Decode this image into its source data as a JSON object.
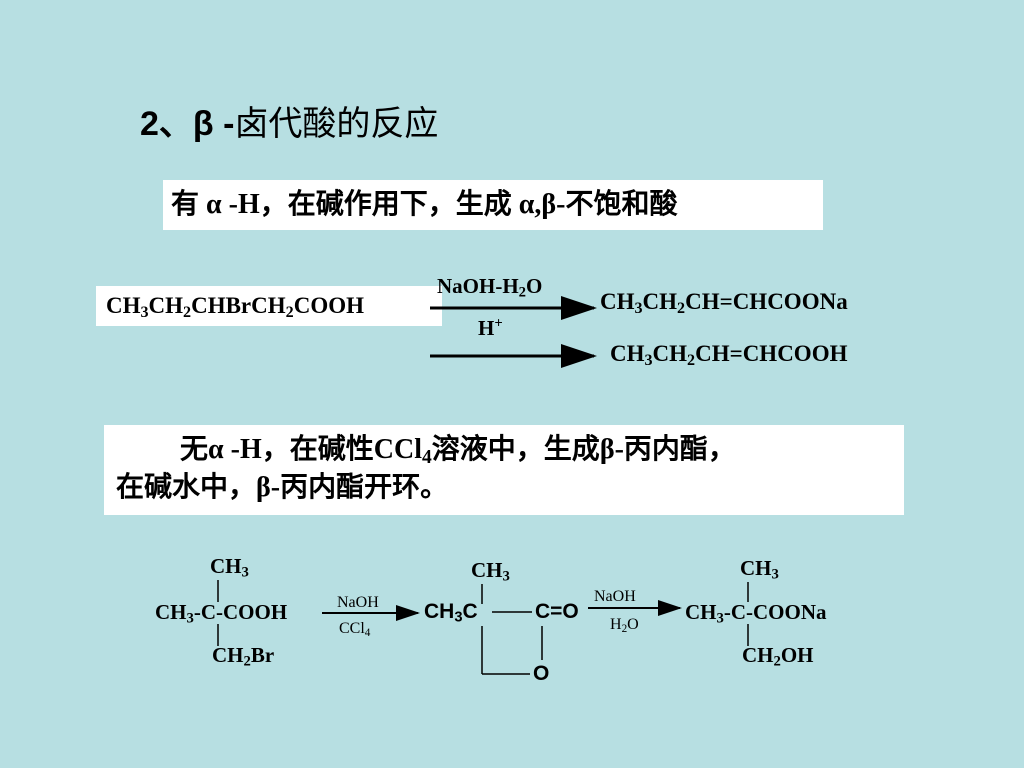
{
  "title": {
    "num": "2、β -",
    "text": "卤代酸的反应"
  },
  "note1": {
    "p1": "有 ",
    "alpha": "α",
    "p2": " -H，在碱作用下，生成 ",
    "ab": "α,β",
    "p3": "-不饱和酸"
  },
  "reaction1": {
    "reactant": {
      "a": "CH",
      "s1": "3",
      "b": "CH",
      "s2": "2",
      "c": "CHBrCH",
      "s3": "2",
      "d": "COOH"
    },
    "reagent_top": {
      "a": "NaOH-H",
      "s": "2",
      "b": "O"
    },
    "reagent_bottom": {
      "a": "H",
      "sup": "+"
    },
    "product1": {
      "a": "CH",
      "s1": "3",
      "b": "CH",
      "s2": "2",
      "c": "CH=CHCOONa"
    },
    "product2": {
      "a": "CH",
      "s1": "3",
      "b": "CH",
      "s2": "2",
      "c": "CH=CHCOOH"
    }
  },
  "note2": {
    "p1": "无",
    "alpha": "α",
    "p2": " -H，在碱性",
    "ccl": "CCl",
    "s": "4",
    "p3": "溶液中，生成",
    "beta": "β",
    "p4": "-丙内酯，",
    "line2a": "在碱水中，",
    "beta2": "β",
    "line2b": "-丙内酯开环。"
  },
  "reaction2": {
    "r_top": {
      "a": "CH",
      "s": "3"
    },
    "r_mid": {
      "a": "CH",
      "s": "3",
      "b": "-C-COOH"
    },
    "r_bot": {
      "a": "CH",
      "s": "2",
      "b": "Br"
    },
    "arrow1_top": "NaOH",
    "arrow1_bot": {
      "a": "CCl",
      "s": "4"
    },
    "lac_top": {
      "a": "CH",
      "s": "3"
    },
    "lac_left": {
      "a": "CH",
      "s": "3",
      "b": "C"
    },
    "lac_right": "C=O",
    "lac_o": "O",
    "arrow2_top": "NaOH",
    "arrow2_bot": {
      "a": "H",
      "s": "2",
      "b": "O"
    },
    "p_top": {
      "a": "CH",
      "s": "3"
    },
    "p_mid": {
      "a": "CH",
      "s": "3",
      "b": "-C-COONa"
    },
    "p_bot": {
      "a": "CH",
      "s": "2",
      "b": "OH"
    }
  }
}
